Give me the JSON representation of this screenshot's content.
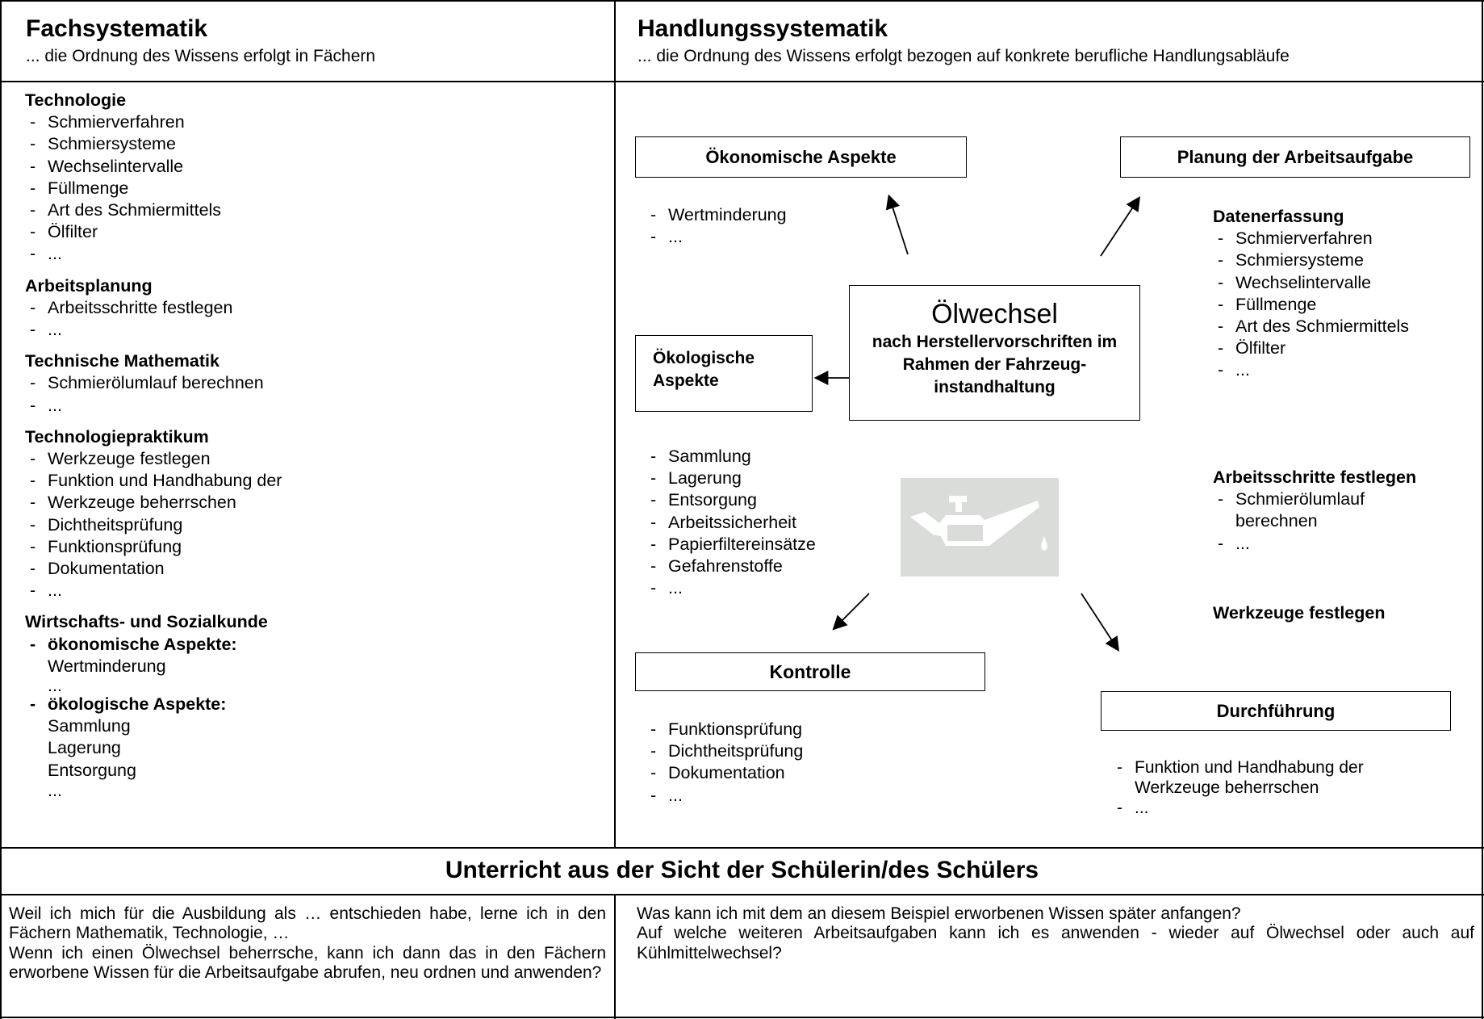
{
  "header": {
    "left_title": "Fachsystematik",
    "left_subtitle": "... die Ordnung des Wissens erfolgt in Fächern",
    "right_title": "Handlungssystematik",
    "right_subtitle": "... die Ordnung des Wissens erfolgt bezogen auf konkrete berufliche Handlungsabläufe"
  },
  "fach": {
    "sections": [
      {
        "title": "Technologie",
        "items": [
          "Schmierverfahren",
          "Schmiersysteme",
          "Wechselintervalle",
          "Füllmenge",
          "Art des Schmiermittels",
          "Ölfilter",
          "..."
        ]
      },
      {
        "title": "Arbeitsplanung",
        "items": [
          "Arbeitsschritte festlegen",
          "..."
        ]
      },
      {
        "title": "Technische Mathematik",
        "items": [
          "Schmierölumlauf berechnen",
          "..."
        ]
      },
      {
        "title": "Technologiepraktikum",
        "items": [
          "Werkzeuge festlegen",
          "Funktion und Handhabung der",
          "Werkzeuge beherrschen",
          "Dichtheitsprüfung",
          "Funktionsprüfung",
          "Dokumentation",
          "..."
        ]
      },
      {
        "title": "Wirtschafts- und Sozialkunde",
        "oek_label": "ökonomische Aspekte:",
        "oek_items": [
          "Wertminderung",
          "..."
        ],
        "oekol_label": "ökologische Aspekte:",
        "oekol_items": [
          "Sammlung",
          "Lagerung",
          "Entsorgung",
          "..."
        ]
      }
    ]
  },
  "diagram": {
    "center_title": "Ölwechsel",
    "center_subtitle": "nach Herstellervorschriften im Rahmen der Fahrzeug-instandhaltung",
    "oekonomisch_box": "Ökonomische Aspekte",
    "oekonomisch_items": [
      "Wertminderung",
      "..."
    ],
    "planung_box": "Planung der Arbeitsaufgabe",
    "datenerfassung_title": "Datenerfassung",
    "datenerfassung_items": [
      "Schmierverfahren",
      "Schmiersysteme",
      "Wechselintervalle",
      "Füllmenge",
      "Art des Schmiermittels",
      "Ölfilter",
      "..."
    ],
    "oekologisch_box": "Ökologische Aspekte",
    "oekologisch_items": [
      "Sammlung",
      "Lagerung",
      "Entsorgung",
      "Arbeitssicherheit",
      "Papierfiltereinsätze",
      "Gefahrenstoffe",
      "..."
    ],
    "arbeitsschritte_title": "Arbeitsschritte festlegen",
    "arbeitsschritte_items": [
      "Schmierölumlauf berechnen",
      "..."
    ],
    "werkzeuge_title": "Werkzeuge  festlegen",
    "kontrolle_box": "Kontrolle",
    "kontrolle_items": [
      "Funktionsprüfung",
      "Dichtheitsprüfung",
      "Dokumentation",
      "..."
    ],
    "durchfuehrung_box": "Durchführung",
    "durchfuehrung_items": [
      "Funktion und Handhabung der Werkzeuge beherrschen",
      "..."
    ],
    "icon": "oil-can-icon"
  },
  "bottom": {
    "heading": "Unterricht aus der Sicht der Schülerin/des Schülers",
    "left_text_1": "Weil ich mich für die Ausbildung als … entschieden habe, lerne ich in den Fächern Mathematik, Technologie, …",
    "left_text_2": "Wenn ich einen Ölwechsel beherrsche, kann ich dann das in den Fächern erworbene Wissen für die Arbeitsaufgabe abrufen, neu ordnen und anwenden?",
    "right_text_1": "Was kann ich mit dem an diesem Beispiel erworbenen Wissen später anfangen?",
    "right_text_2": "Auf welche weiteren Arbeitsaufgaben kann ich es anwenden - wieder auf Ölwechsel oder auch auf Kühlmittelwechsel?"
  }
}
